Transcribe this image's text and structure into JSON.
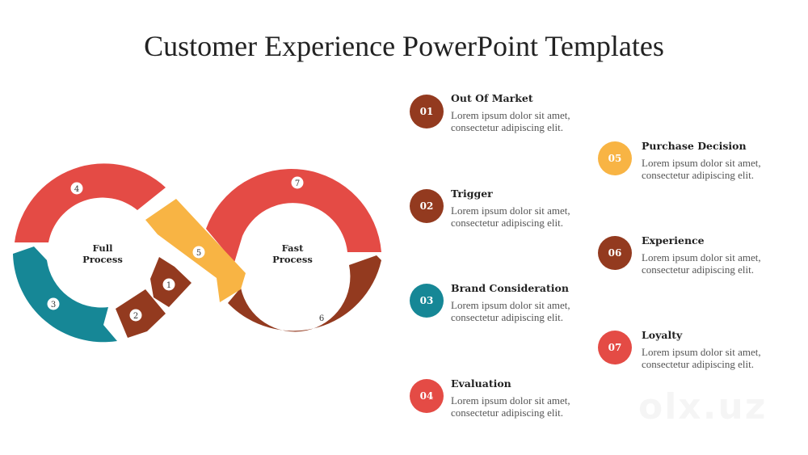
{
  "title": "Customer Experience PowerPoint Templates",
  "diagram": {
    "left_label": [
      "Full",
      "Process"
    ],
    "right_label": [
      "Fast",
      "Process"
    ],
    "segments": [
      {
        "number": "1",
        "color": "#933a1f"
      },
      {
        "number": "2",
        "color": "#933a1f"
      },
      {
        "number": "3",
        "color": "#168796"
      },
      {
        "number": "4",
        "color": "#e44b45"
      },
      {
        "number": "5",
        "color": "#f8b444"
      },
      {
        "number": "6",
        "color": "#933a1f"
      },
      {
        "number": "7",
        "color": "#e44b45"
      }
    ]
  },
  "items": [
    {
      "number": "01",
      "title": "Out Of Market",
      "desc": "Lorem ipsum dolor sit amet, consectetur adipiscing elit.",
      "color": "#933a1f"
    },
    {
      "number": "02",
      "title": "Trigger",
      "desc": "Lorem ipsum dolor sit amet, consectetur adipiscing elit.",
      "color": "#933a1f"
    },
    {
      "number": "03",
      "title": "Brand Consideration",
      "desc": "Lorem ipsum dolor sit amet, consectetur adipiscing elit.",
      "color": "#168796"
    },
    {
      "number": "04",
      "title": "Evaluation",
      "desc": "Lorem ipsum dolor sit amet, consectetur adipiscing elit.",
      "color": "#e44b45"
    },
    {
      "number": "05",
      "title": "Purchase Decision",
      "desc": "Lorem ipsum dolor sit amet, consectetur adipiscing elit.",
      "color": "#f8b444"
    },
    {
      "number": "06",
      "title": "Experience",
      "desc": "Lorem ipsum dolor sit amet, consectetur adipiscing elit.",
      "color": "#933a1f"
    },
    {
      "number": "07",
      "title": "Loyalty",
      "desc": "Lorem ipsum dolor sit amet, consectetur adipiscing elit.",
      "color": "#e44b45"
    }
  ],
  "watermark": "olx.uz"
}
